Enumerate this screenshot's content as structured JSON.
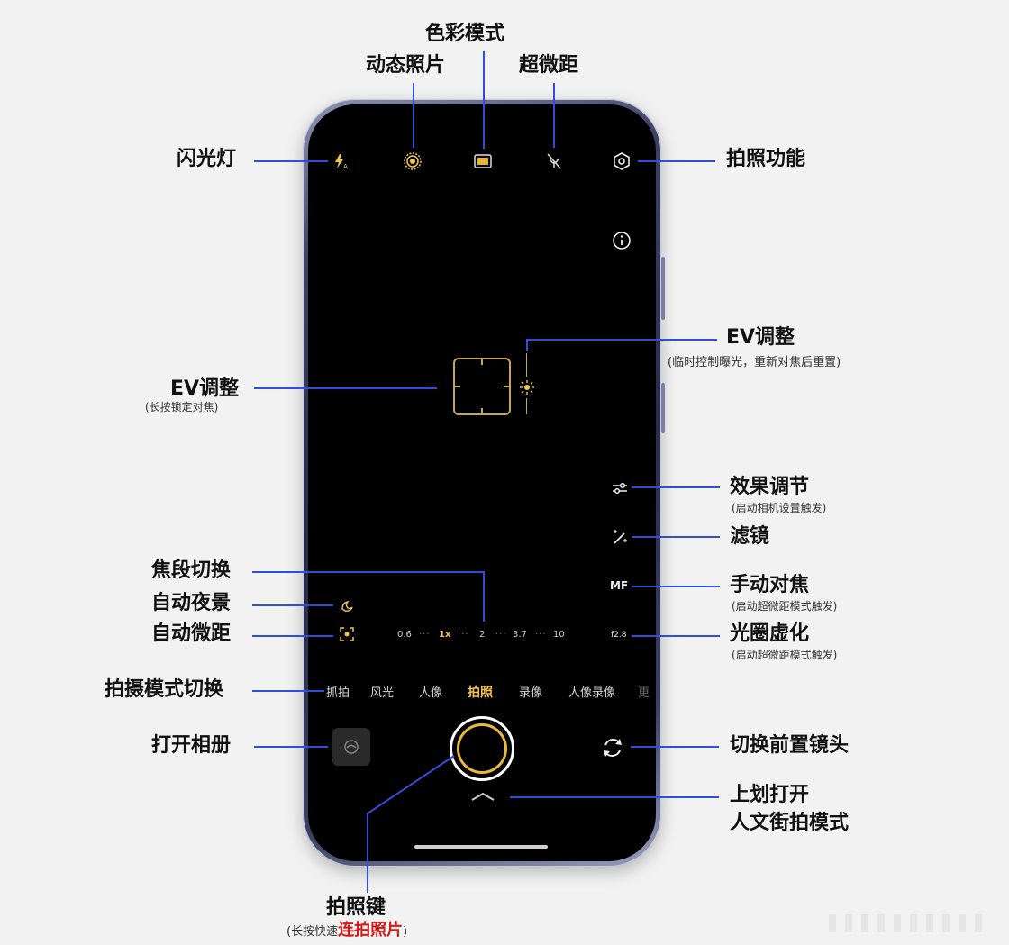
{
  "camera": {
    "zoom_levels": [
      "0.6",
      "1x",
      "2",
      "3.7",
      "10"
    ],
    "modes": [
      "抓拍",
      "风光",
      "人像",
      "拍照",
      "录像",
      "人像录像",
      "更"
    ],
    "active_mode": "拍照",
    "mf_label": "MF",
    "aperture_label": "f2.8"
  },
  "annotations": {
    "flash": "闪光灯",
    "live_photo": "动态照片",
    "color_mode": "色彩模式",
    "super_macro": "超微距",
    "photo_functions": "拍照功能",
    "ev_right": "EV调整",
    "ev_right_sub": "(临时控制曝光，重新对焦后重置)",
    "ev_left": "EV调整",
    "ev_left_sub": "(长按锁定对焦)",
    "effect_adjust": "效果调节",
    "effect_adjust_sub": "(启动相机设置触发)",
    "filter": "滤镜",
    "manual_focus": "手动对焦",
    "manual_focus_sub": "(启动超微距模式触发)",
    "aperture_bokeh": "光圈虚化",
    "aperture_bokeh_sub": "(启动超微距模式触发)",
    "focal_switch": "焦段切换",
    "auto_night": "自动夜景",
    "auto_macro": "自动微距",
    "mode_switch": "拍摄模式切换",
    "open_gallery": "打开相册",
    "switch_front": "切换前置镜头",
    "swipe_up_1": "上划打开",
    "swipe_up_2": "人文街拍模式",
    "shutter": "拍照键",
    "shutter_sub_prefix": "(长按快速",
    "shutter_sub_highlight": "连拍照片",
    "shutter_sub_suffix": ")"
  },
  "colors": {
    "accent_gold": "#f2c14e",
    "annotation_line": "#2f4fd8",
    "highlight_red": "#d11a1a"
  },
  "icons": [
    "flash-auto-icon",
    "live-photo-icon",
    "color-mode-icon",
    "macro-off-icon",
    "settings-hex-icon",
    "info-icon",
    "sun-icon",
    "sliders-icon",
    "magic-wand-icon",
    "night-icon",
    "macro-focus-icon",
    "gallery-icon",
    "switch-camera-icon",
    "chevron-up-icon"
  ]
}
